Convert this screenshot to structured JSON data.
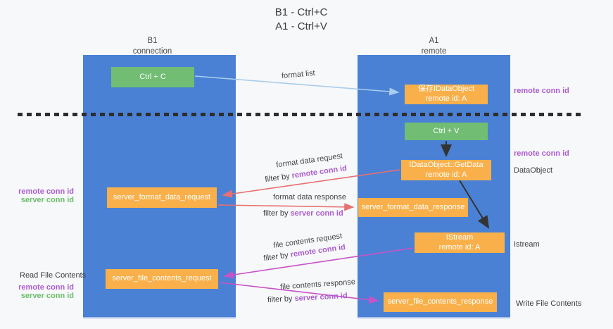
{
  "title": {
    "line1": "B1 - Ctrl+C",
    "line2": "A1 - Ctrl+V"
  },
  "columns": {
    "left": {
      "name": "B1",
      "role": "connection"
    },
    "right": {
      "name": "A1",
      "role": "remote"
    }
  },
  "nodes": {
    "ctrl_c": {
      "label": "Ctrl + C"
    },
    "save_dataobject": {
      "line1": "保存IDataObject",
      "line2": "remote id: A"
    },
    "ctrl_v": {
      "label": "Ctrl + V"
    },
    "getdata": {
      "line1": "IDataObject::GetData",
      "line2": "remote id: A"
    },
    "format_request": {
      "label": "server_format_data_request"
    },
    "format_response": {
      "label": "server_format_data_response"
    },
    "istream": {
      "line1": "IStream",
      "line2": "remote id: A"
    },
    "file_request": {
      "label": "server_file_contents_request"
    },
    "file_response": {
      "label": "server_file_contents_response"
    }
  },
  "edges": {
    "format_list": "format list",
    "format_data_request": "format data request",
    "format_data_response": "format data response",
    "file_contents_request": "file contents request",
    "file_contents_response": "file contents response",
    "filter_by": "filter by ",
    "remote_conn_id": "remote conn id",
    "server_conn_id": "server conn id"
  },
  "margins": {
    "right_top_remote_conn_id": "remote conn id",
    "right_mid_remote_conn_id": "remote conn id",
    "right_dataobject": "DataObject",
    "right_istream": "Istream",
    "right_write_file_contents": "Write File Contents",
    "left_remote_conn_id": "remote conn id",
    "left_server_conn_id": "server conn id",
    "left_read_file_contents": "Read File Contents",
    "left_remote_conn_id_2": "remote conn id",
    "left_server_conn_id_2": "server conn id"
  },
  "colors": {
    "column_blue": "#4a81d5",
    "box_green": "#70bd73",
    "box_orange": "#f9b04a",
    "arrow_lightblue": "#a9cdee",
    "arrow_black": "#333333",
    "arrow_salmon": "#e87070",
    "arrow_magenta": "#c853c8",
    "text_purple": "#ab5ccf",
    "text_green": "#6abf6a"
  }
}
